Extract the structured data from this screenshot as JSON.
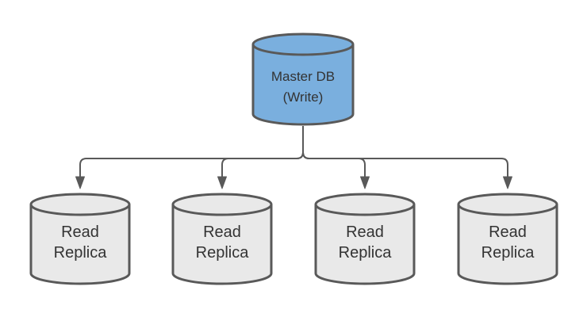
{
  "diagram": {
    "background": "#FFFFFF",
    "stroke_color": "#595959",
    "text_color": "#333333",
    "nodes": {
      "master": {
        "id": "master-db",
        "shape": "cylinder",
        "label": "Master DB\n(Write)",
        "fill": "#7AAFDE"
      },
      "replicas": [
        {
          "id": "read-replica-1",
          "shape": "cylinder",
          "label": "Read\nReplica",
          "fill": "#E9E9E9"
        },
        {
          "id": "read-replica-2",
          "shape": "cylinder",
          "label": "Read\nReplica",
          "fill": "#E9E9E9"
        },
        {
          "id": "read-replica-3",
          "shape": "cylinder",
          "label": "Read\nReplica",
          "fill": "#E9E9E9"
        },
        {
          "id": "read-replica-4",
          "shape": "cylinder",
          "label": "Read\nReplica",
          "fill": "#E9E9E9"
        }
      ]
    },
    "edges": [
      {
        "from": "master-db",
        "to": "read-replica-1",
        "style": "orthogonal",
        "arrow": "filled-triangle"
      },
      {
        "from": "master-db",
        "to": "read-replica-2",
        "style": "orthogonal",
        "arrow": "filled-triangle"
      },
      {
        "from": "master-db",
        "to": "read-replica-3",
        "style": "orthogonal",
        "arrow": "filled-triangle"
      },
      {
        "from": "master-db",
        "to": "read-replica-4",
        "style": "orthogonal",
        "arrow": "filled-triangle"
      }
    ]
  }
}
